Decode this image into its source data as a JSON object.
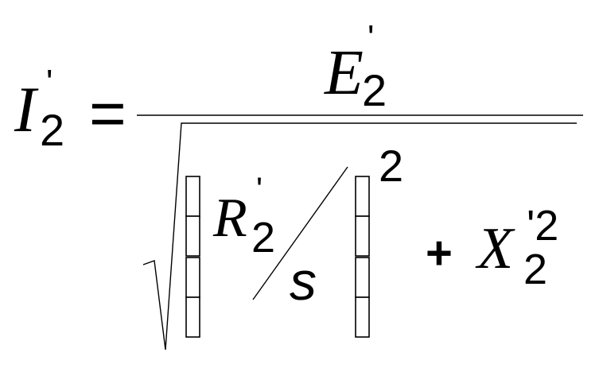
{
  "formula": {
    "lhs": {
      "symbol": "I",
      "prime": "'",
      "subscript": "2"
    },
    "equals": "=",
    "numerator": {
      "symbol": "E",
      "prime": "'",
      "subscript": "2"
    },
    "denominator": {
      "resistance": {
        "symbol": "R",
        "prime": "'",
        "subscript": "2"
      },
      "slip": "s",
      "paren_exponent": "2",
      "plus": "+",
      "reactance": {
        "symbol": "X",
        "prime_superscript": "'2",
        "subscript": "2"
      }
    }
  }
}
